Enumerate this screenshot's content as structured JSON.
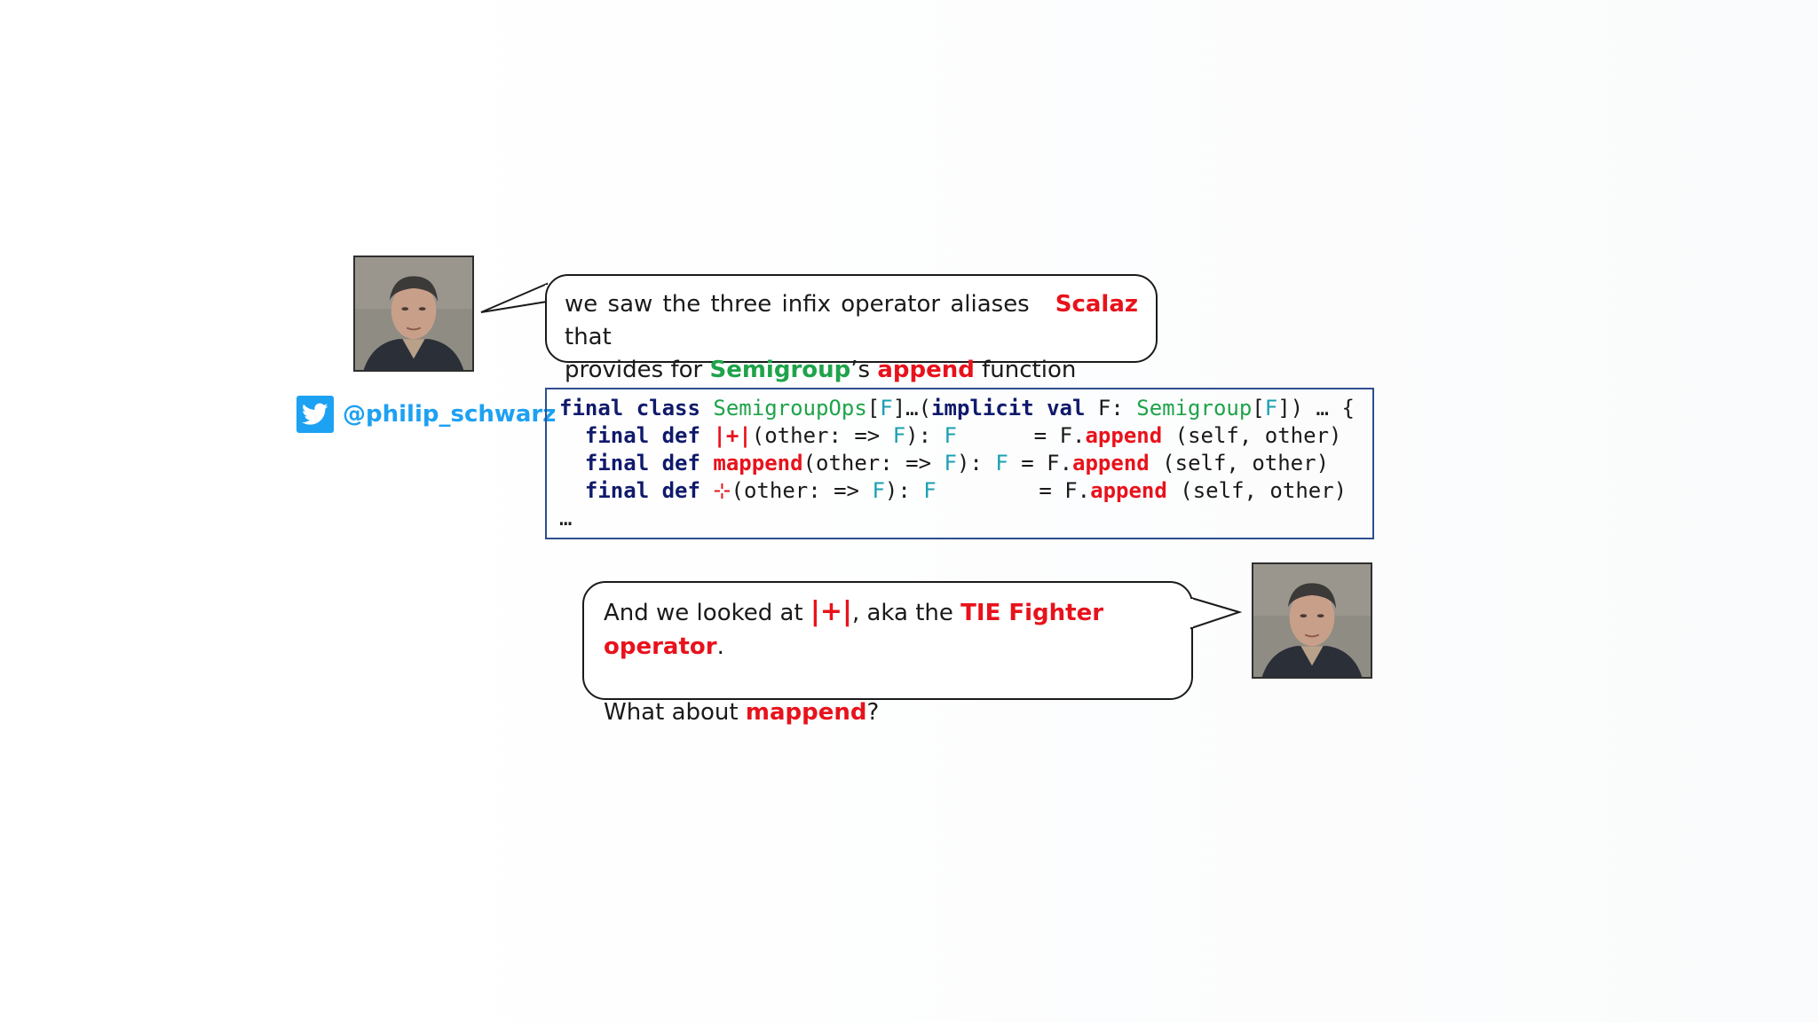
{
  "bubble_top": {
    "w1": "we saw the three infix operator aliases that",
    "scalaz": "Scalaz",
    "w2": "provides for",
    "semigroup": "Semigroup",
    "w3": "’s",
    "append": "append",
    "w4": "function"
  },
  "twitter": {
    "handle": "@philip_schwarz",
    "icon": "twitter-bird-icon"
  },
  "code": {
    "l1": {
      "kw1": "final class ",
      "cls": "SemigroupOps",
      "b1": "[",
      "tp1": "F",
      "b2": "]…(",
      "kw2": "implicit val ",
      "v": "F: ",
      "cls2": "Semigroup",
      "b3": "[",
      "tp2": "F",
      "b4": "]) … {"
    },
    "l2": {
      "kw": "final def ",
      "op": "|+|",
      "args": "(other: => ",
      "tp": "F",
      "mid": "): ",
      "tp2": "F",
      "eq": "      = F.",
      "fn": "append",
      "rest": " (self, other)"
    },
    "l3": {
      "kw": "final def ",
      "op": "mappend",
      "args": "(other: => ",
      "tp": "F",
      "mid": "): ",
      "tp2": "F",
      "eq": " = F.",
      "fn": "append",
      "rest": " (self, other)"
    },
    "l4": {
      "kw": "final def ",
      "op": "⊹",
      "args": "(other: => ",
      "tp": "F",
      "mid": "): ",
      "tp2": "F",
      "eq": "        = F.",
      "fn": "append",
      "rest": " (self, other)"
    },
    "l5": "…"
  },
  "bubble_bottom": {
    "t1": "And we looked at",
    "op": "|+|",
    "t2": ", aka the",
    "tie": "TIE Fighter operator",
    "t3": ".",
    "t4": "What about",
    "mappend": "mappend",
    "t5": "?"
  },
  "colors": {
    "red": "#e8121c",
    "green": "#1fa34a",
    "twitter": "#1da1f2",
    "keyword": "#101a6b",
    "type": "#1aa0b0",
    "code_border": "#2e4e8f"
  }
}
